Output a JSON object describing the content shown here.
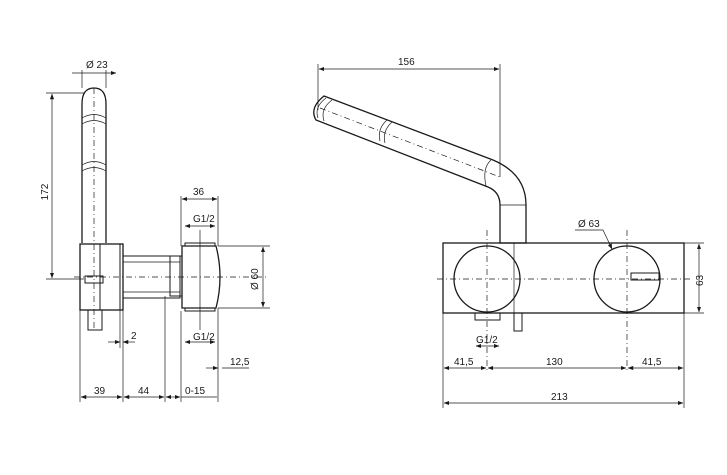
{
  "dimensions": {
    "side_view": {
      "spout_diameter": "Ø 23",
      "height": "172",
      "plate_width": "36",
      "thread_top": "G1/2",
      "thread_bottom": "G1/2",
      "body_diameter": "Ø 60",
      "gap": "2",
      "offset": "12,5",
      "depth_a": "39",
      "depth_b": "44",
      "depth_range": "0-15"
    },
    "front_view": {
      "spout_reach": "156",
      "handle_diameter": "Ø 63",
      "plate_height": "63",
      "thread": "G1/2",
      "left_margin": "41,5",
      "center_distance": "130",
      "right_margin": "41,5",
      "total_width": "213"
    }
  }
}
